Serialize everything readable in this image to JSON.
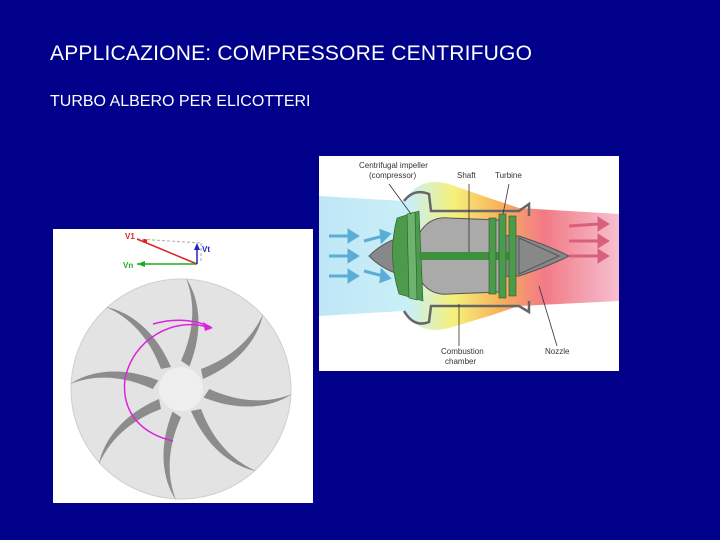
{
  "slide": {
    "title": "APPLICAZIONE: COMPRESSORE CENTRIFUGO",
    "subtitle": "TURBO ALBERO PER ELICOTTERI"
  },
  "impeller_figure": {
    "vector_labels": [
      "V1",
      "Vt",
      "Vn"
    ]
  },
  "engine_figure": {
    "labels": {
      "impeller_line1": "Centrifugal impeller",
      "impeller_line2": "(compressor)",
      "shaft": "Shaft",
      "turbine": "Turbine",
      "combustion_line1": "Combustion",
      "combustion_line2": "chamber",
      "nozzle": "Nozzle"
    }
  }
}
